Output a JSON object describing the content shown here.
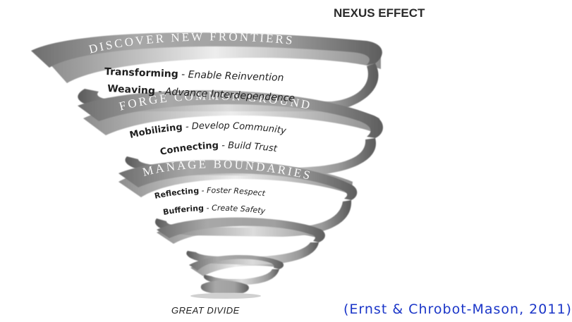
{
  "title": "NEXUS EFFECT",
  "levels": [
    {
      "band": "DISCOVER NEW FRONTIERS",
      "items": [
        {
          "strong": "Transforming",
          "sep": " - ",
          "text": "Enable Reinvention"
        },
        {
          "strong": "Weaving",
          "sep": " - ",
          "text": "Advance Interdependence"
        }
      ]
    },
    {
      "band": "FORGE COMMON GROUND",
      "items": [
        {
          "strong": "Mobilizing",
          "sep": " - ",
          "text": "Develop Community"
        },
        {
          "strong": "Connecting",
          "sep": " - ",
          "text": "Build Trust"
        }
      ]
    },
    {
      "band": "MANAGE BOUNDARIES",
      "items": [
        {
          "strong": "Reflecting",
          "sep": " - ",
          "text": "Foster Respect"
        },
        {
          "strong": "Buffering",
          "sep": " - ",
          "text": "Create Safety"
        }
      ]
    }
  ],
  "base_label": "GREAT DIVIDE",
  "credit": "(Ernst & Chrobot-Mason, 2011)",
  "colors": {
    "ribbon_light": "#f2f2f2",
    "ribbon_mid": "#b9b9b9",
    "ribbon_dark": "#5a5a5a",
    "credit_blue": "#1a35c8"
  }
}
